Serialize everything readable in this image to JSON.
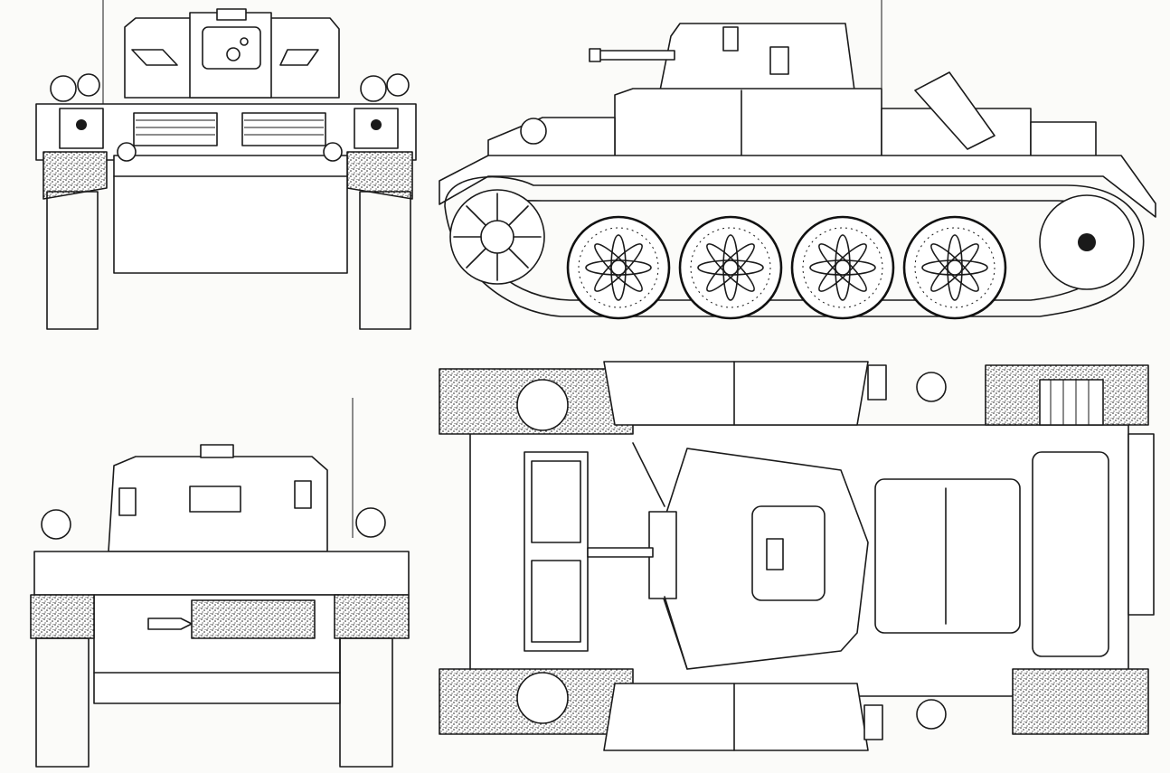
{
  "drawing": {
    "views": [
      "front",
      "side",
      "rear",
      "top"
    ],
    "road_wheels_per_side": 4,
    "colors": {
      "ink": "#1a1a1a",
      "paper": "#fbfbf9"
    }
  }
}
